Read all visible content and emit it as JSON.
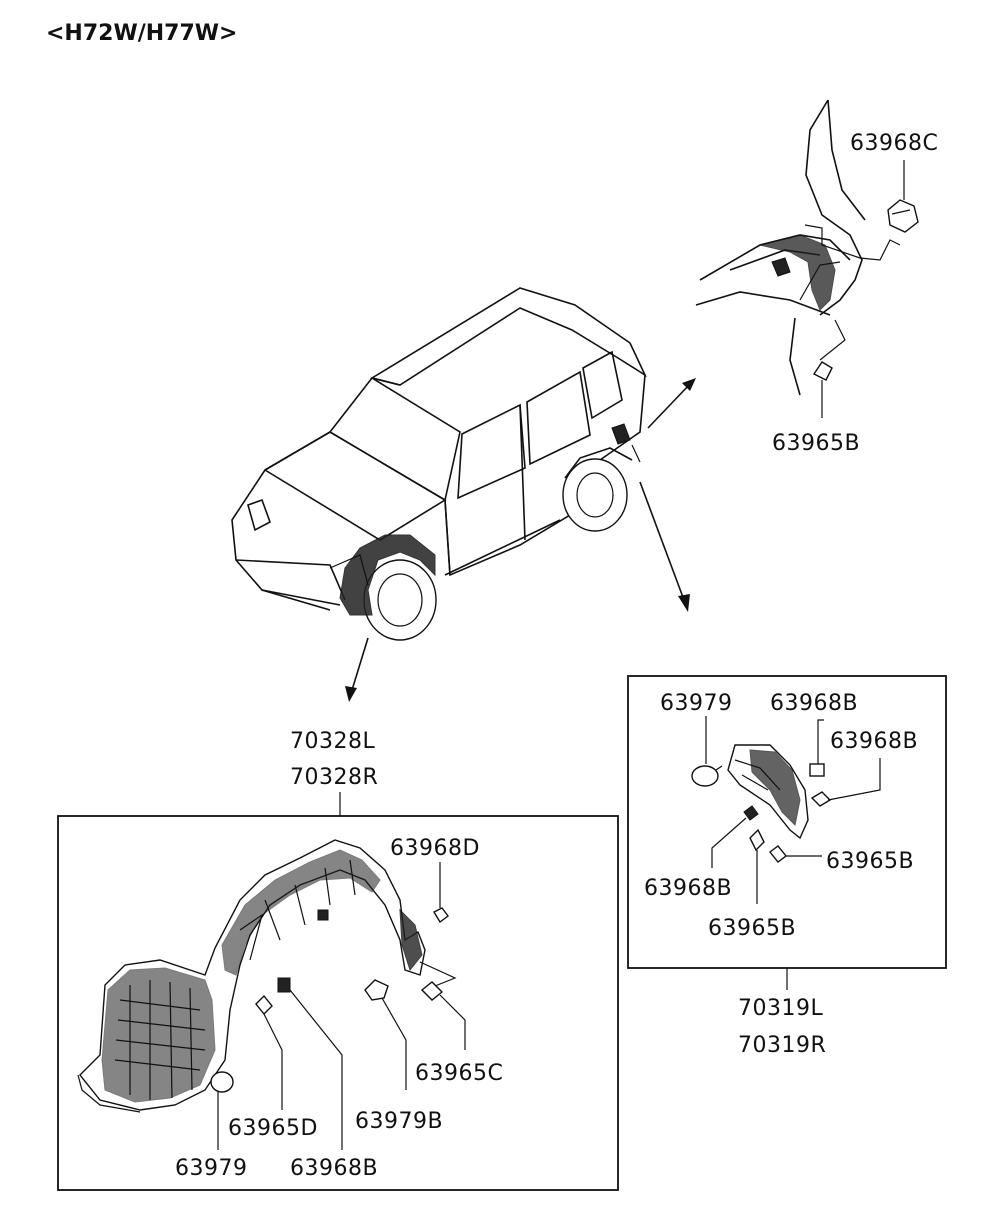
{
  "header": {
    "model": "<H72W/H77W>"
  },
  "labels": {
    "rear_upper_clip": "63968C",
    "rear_upper_screw": "63965B",
    "front_liner_l": "70328L",
    "front_liner_r": "70328R",
    "rear_liner_l": "70319L",
    "rear_liner_r": "70319R",
    "front_box": {
      "clip_d": "63968D",
      "screw_c": "63965C",
      "screw_d": "63965D",
      "clip_979b": "63979B",
      "grommet": "63979",
      "clip_b": "63968B"
    },
    "rear_box": {
      "grommet": "63979",
      "clip_b_top": "63968B",
      "clip_b_right": "63968B",
      "clip_b_left": "63968B",
      "screw_b_right": "63965B",
      "screw_b_bottom": "63965B"
    }
  }
}
